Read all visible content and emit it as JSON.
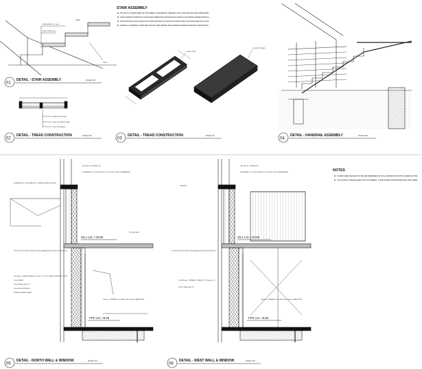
{
  "details": [
    {
      "num": "01",
      "title": "DETAIL - STAIR ASSEMBLY",
      "scale": "SCALE: 1/10"
    },
    {
      "num": "02",
      "title": "DETAIL - TREAD CONSTRUCTION",
      "scale": "SCALE: 1/10"
    },
    {
      "num": "03",
      "title": "DETAIL - TREAD CONSTRUCTION",
      "scale": "SCALE: 1/5"
    },
    {
      "num": "04",
      "title": "DETAIL - HANDRAIL ASSEMBLY",
      "scale": "SCALE: 1/20"
    },
    {
      "num": "05",
      "title": "DETAIL - NORTH WALL & WINDOW",
      "scale": "SCALE: 1/10"
    },
    {
      "num": "06",
      "title": "DETAIL - WEST WALL & WINDOW",
      "scale": "SCALE: 1/10"
    }
  ],
  "stair_assembly": {
    "heading": "STAIR ASSEMBLY",
    "bullets": [
      "STAIR IS COMPOSED OF POURED CONCRETE TREADS ON A SINGLE PIN-SB STRINGER.",
      "TREAD CONCRETE IS POURED INTO A STEEL BASKET FORMED FROM FOUR ANGLES AND A CENTRAL PLATE (PENDING ENGINEERS APPROVAL).",
      "BOTTOM OF BASKET WILL BE CLOSED WITH 100x50mm WOOD SHUTTERING WHEN POURED IN SITU CONSTRUCTION. TOP SURFACE OF TREAD WILL HAVE A SMOOTH BORDER FOR FOOT TRACTION.",
      "HANDRAIL IS COMPRISED OF 20MM STEEL BAR WITH STEEL BRAIDED CABLE (PENDING ENGINEER AND BUILDING CODE APPROVAL)."
    ]
  },
  "notes": {
    "heading": "NOTES",
    "bullets": [
      "FURNITURE DESIGN TO BE DETERMINED IN COLLABORATION WITH FABRICATOR.",
      "IF FOLDING TABLES ARE NOT POSSIBLE, THEN FIXED FURNITURE WILL BE USED."
    ]
  },
  "levels": {
    "sill_05": "SILL LVL +10.85",
    "ffe_05": "FFE LVL +9.65",
    "sill_06": "SILL LVL +10.85",
    "ffe_06": "FFE LVL +9.65"
  },
  "labels": {
    "d01_a": "STEEL ANGLE 75 x 75mm",
    "d01_b": "STEEL PLATE 10mm",
    "d01_c": "TREAD",
    "d01_d": "RISER",
    "d02_a": "150mm CONCRETE TREAD",
    "d02_b": "50mm STEEL ANGLE",
    "d02_c": "VISIBLE SHUTTERING",
    "d03_a": "STEEL PLATE",
    "d03_b": "CONCRETE TREAD",
    "d05_a": "UPE TIED BY CONTRACTOR",
    "d05_b": "SKIMMED TO PROVIDE 3% SLOPE FOR DRAINAGE",
    "d05_c": "FLASHING WILL COVER FASCIA TO PREVENT WATER INGRESS",
    "d05_d": "FOLDING DESK",
    "d05_e": "UPE SECTION TBC BY CONTRACTOR. HEIGHT WILL DEPEND ON AVAILABLE MATERIALS TO MEET SILL HEIGHT SPECIFIED.",
    "d05_f": "100x25mm TIMBER PLANK @ 150mm OC STILL WEBLE SUBSTRUCTURE",
    "d05_g": "50mm TIMBER",
    "d05_h": "STRUCTURAL DEDK PLY",
    "d05_i": "50mm RIGID INSULATION",
    "d05_j": "INTERIOR FINISHED PANEL",
    "d05_k": "50mm TIMBER & DEDOR 50mm BATTEN",
    "d06_a": "UPE TIED BY CONTRACTOR",
    "d06_b": "SKIMMED TO PROVIDE 3% SLOPE FOR DRAINAGE",
    "d06_c": "FLASHING",
    "d06_d": "UPE SECTION TBC BY CONTRACTOR. HEIGHT WILL DEPEND ON AVAILABLE MATERIALS TO MEET SILL HEIGHT SPECIFIED.",
    "d06_e": "100x25mm TIMBER PLANK @ 150mm OC",
    "d06_f": "STRUCTURAL DEDK PLY",
    "d06_g": "50mm TIMBER & DEDOR 50mm BATTEN"
  }
}
